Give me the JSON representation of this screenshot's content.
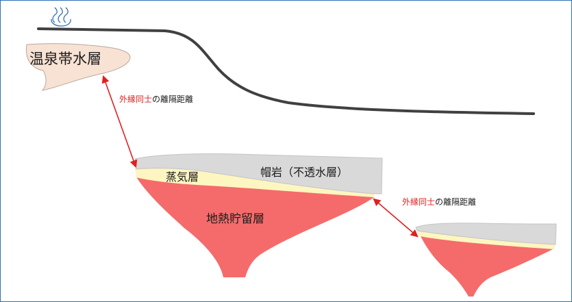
{
  "diagram": {
    "hot_spring_icon": "hot-spring-symbol",
    "labels": {
      "hot_spring_aquifer": "温泉帯水層",
      "cap_rock": "帽岩（不透水層）",
      "steam_layer": "蒸気層",
      "geothermal_reservoir": "地熱貯留層"
    },
    "separation_labels": [
      {
        "highlight": "外縁同士",
        "rest": "の離隔距離"
      },
      {
        "highlight": "外縁同士",
        "rest": "の離隔距離"
      }
    ],
    "colors": {
      "frame": "#2e6fb5",
      "ground_line": "#404040",
      "aquifer_fill": "#f7e2d4",
      "cap_rock_fill": "#d9d9d9",
      "steam_fill": "#fdf6c0",
      "reservoir_fill": "#f56b6b",
      "arrow": "#e02020",
      "highlight_text": "#e02020",
      "icon": "#2e6fb5"
    }
  }
}
